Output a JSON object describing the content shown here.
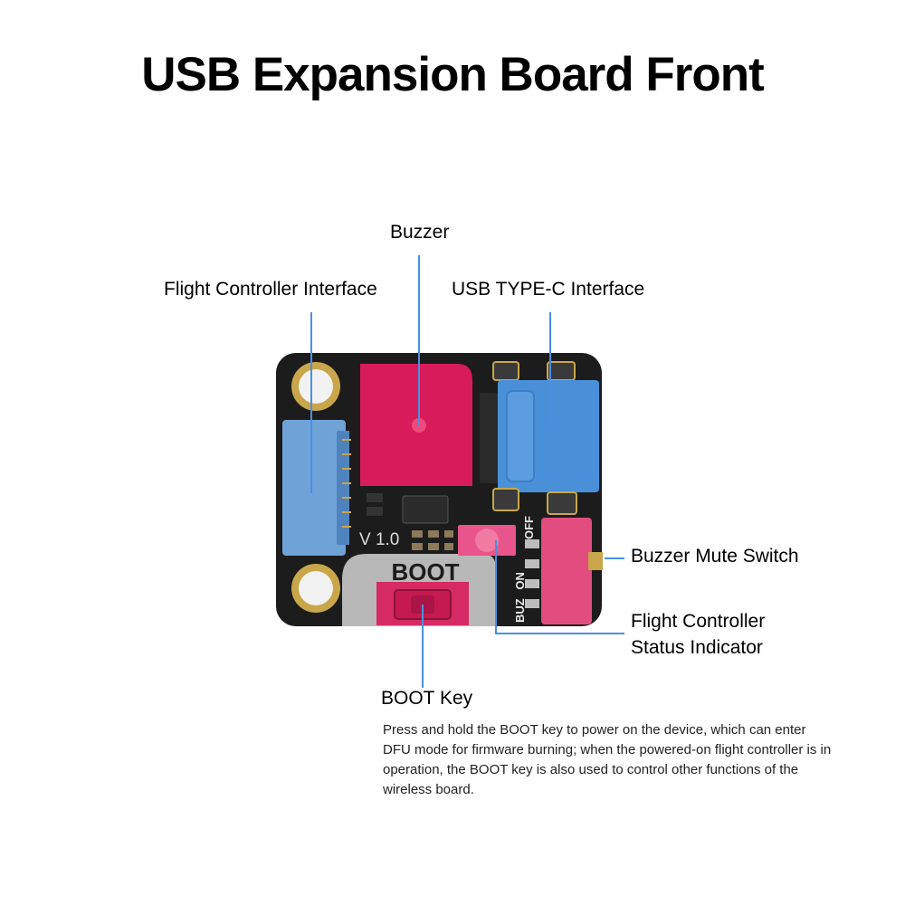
{
  "title": "USB Expansion Board Front",
  "labels": {
    "buzzer": "Buzzer",
    "flight_controller_interface": "Flight Controller Interface",
    "usb_type_c_interface": "USB TYPE-C Interface",
    "buzzer_mute_switch": "Buzzer Mute Switch",
    "flight_controller_status_indicator_line1": "Flight Controller",
    "flight_controller_status_indicator_line2": "Status Indicator",
    "boot_key": "BOOT Key"
  },
  "boot_key_description": "Press and hold the BOOT key to power on the device, which can enter DFU mode for firmware burning; when the powered-on flight controller is in operation, the BOOT key is also used to control other functions of the wireless board.",
  "silkscreen": {
    "version": "V 1.0",
    "boot": "BOOT",
    "buz": "BUZ",
    "on": "ON",
    "off": "OFF"
  },
  "colors": {
    "highlight_pink": "#d81b5a",
    "highlight_blue": "#4a90d9",
    "leader_line_blue": "#4a90e2",
    "pcb_black": "#1c1c1c",
    "boot_area_gray": "#b8b8b8"
  }
}
